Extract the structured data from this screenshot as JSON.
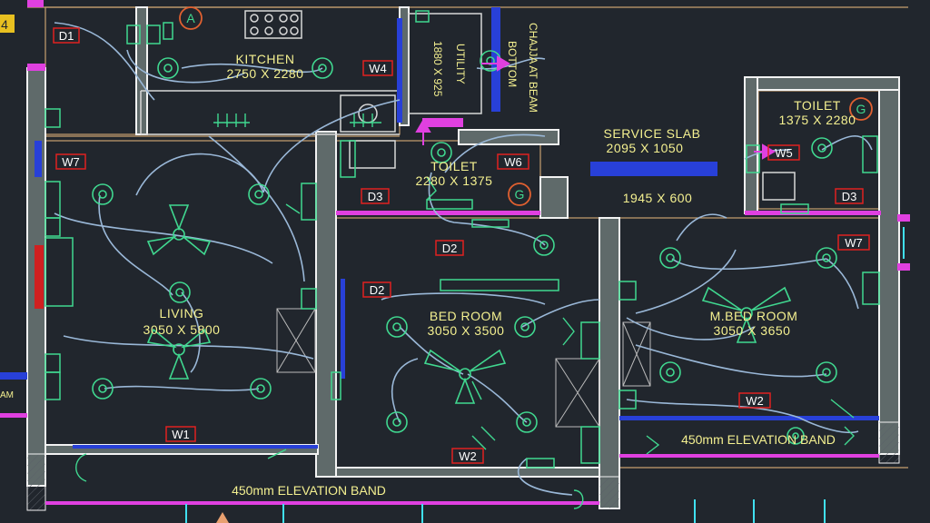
{
  "rooms": {
    "kitchen": {
      "name": "KITCHEN",
      "size": "2750 X 2280"
    },
    "living": {
      "name": "LIVING",
      "size": "3050 X 5800"
    },
    "toilet_center": {
      "name": "TOILET",
      "size": "2280 X 1375"
    },
    "toilet_right": {
      "name": "TOILET",
      "size": "1375 X 2280"
    },
    "service_slab": {
      "name": "SERVICE SLAB",
      "size": "2095 X 1050"
    },
    "bedroom": {
      "name": "BED ROOM",
      "size": "3050 X 3500"
    },
    "mbedroom": {
      "name": "M.BED ROOM",
      "size": "3050 X 3650"
    },
    "passage": {
      "size": "1945 X 600"
    }
  },
  "vertical_labels": {
    "utility": "UTILITY",
    "utility_size": "1880 X 925",
    "chajja": "CHAJJA AT BEAM",
    "bottom": "BOTTOM"
  },
  "tags": {
    "d1": "D1",
    "w4": "W4",
    "w7_left": "W7",
    "w6": "W6",
    "w5": "W5",
    "d3_left": "D3",
    "d3_right": "D3",
    "d2_top": "D2",
    "d2_left": "D2",
    "w7_right": "W7",
    "w1": "W1",
    "w2_center": "W2",
    "w2_right": "W2"
  },
  "circle_markers": {
    "a": "A",
    "g_center": "G",
    "g_right": "G"
  },
  "edge_text": {
    "left_number": "4",
    "left_am": "AM"
  },
  "bands": {
    "bottom": "450mm ELEVATION BAND",
    "right": "450mm ELEVATION BAND"
  },
  "colors": {
    "background": "#21262d",
    "wall": "#ffffff",
    "outline": "#c8a070",
    "fixture": "#40d890",
    "wiring": "#9ab8d8",
    "tag_border": "#e02020",
    "label": "#f4f090",
    "accent_magenta": "#e040e0",
    "accent_blue": "#2840d8"
  }
}
